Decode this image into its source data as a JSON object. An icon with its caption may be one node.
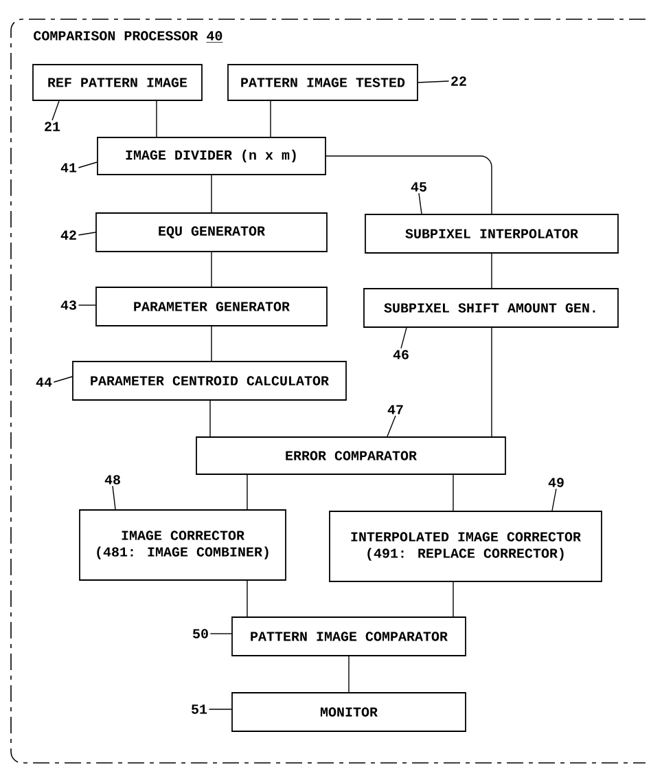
{
  "diagram": {
    "nodes": [
      {
        "text": [
          "COMPARISON PROCESSOR",
          "40"
        ]
      },
      {
        "text": [
          "REF PATTERN IMAGE"
        ],
        "in": 0
      },
      {
        "text": [
          "PATTERN IMAGE TESTED"
        ],
        "in": 0
      },
      {
        "text": [
          "IMAGE DIVIDER (n x m)"
        ],
        "in": 0
      },
      {
        "text": [
          "EQU GENERATOR"
        ],
        "in": 0
      },
      {
        "text": [
          "PARAMETER GENERATOR"
        ],
        "in": 0
      },
      {
        "text": [
          "PARAMETER CENTROID CALCULATOR"
        ],
        "in": 0
      },
      {
        "text": [
          "SUBPIXEL INTERPOLATOR"
        ],
        "in": 0
      },
      {
        "text": [
          "SUBPIXEL SHIFT AMOUNT GEN."
        ],
        "in": 0
      },
      {
        "text": [
          "ERROR COMPARATOR"
        ],
        "in": 0
      },
      {
        "text": [
          "IMAGE CORRECTOR",
          "(481: IMAGE COMBINER)"
        ],
        "in": 0
      },
      {
        "text": [
          "INTERPOLATED IMAGE CORRECTOR",
          "(491: REPLACE CORRECTOR)"
        ],
        "in": 0
      },
      {
        "text": [
          "PATTERN IMAGE COMPARATOR"
        ],
        "in": 0
      },
      {
        "text": [
          "MONITOR"
        ],
        "in": 0
      },
      {
        "text": [
          "21"
        ],
        "in": 0
      },
      {
        "text": [
          "22"
        ],
        "in": 0
      },
      {
        "text": [
          "41"
        ],
        "in": 0
      },
      {
        "text": [
          "42"
        ],
        "in": 0
      },
      {
        "text": [
          "43"
        ],
        "in": 0
      },
      {
        "text": [
          "44"
        ],
        "in": 0
      },
      {
        "text": [
          "45"
        ],
        "in": 0
      },
      {
        "text": [
          "46"
        ],
        "in": 0
      },
      {
        "text": [
          "47"
        ],
        "in": 0
      },
      {
        "text": [
          "48"
        ],
        "in": 0
      },
      {
        "text": [
          "49"
        ],
        "in": 0
      },
      {
        "text": [
          "50"
        ],
        "in": 0
      },
      {
        "text": [
          "51"
        ],
        "in": 0
      }
    ],
    "edges": [
      {
        "from": 1,
        "to": 3,
        "arrow": "none"
      },
      {
        "from": 2,
        "to": 3,
        "arrow": "none"
      },
      {
        "from": 3,
        "to": 4,
        "arrow": "none"
      },
      {
        "from": 3,
        "to": 7,
        "arrow": "none"
      },
      {
        "from": 4,
        "to": 5,
        "arrow": "none"
      },
      {
        "from": 5,
        "to": 6,
        "arrow": "none"
      },
      {
        "from": 7,
        "to": 8,
        "arrow": "none"
      },
      {
        "from": 6,
        "to": 9,
        "arrow": "none"
      },
      {
        "from": 8,
        "to": 9,
        "arrow": "none"
      },
      {
        "from": 9,
        "to": 10,
        "arrow": "none"
      },
      {
        "from": 9,
        "to": 11,
        "arrow": "none"
      },
      {
        "from": 10,
        "to": 12,
        "arrow": "none"
      },
      {
        "from": 11,
        "to": 12,
        "arrow": "none"
      },
      {
        "from": 12,
        "to": 13,
        "arrow": "none"
      },
      {
        "from": 14,
        "to": 1,
        "arrow": "none"
      },
      {
        "from": 15,
        "to": 2,
        "arrow": "none"
      },
      {
        "from": 16,
        "to": 3,
        "arrow": "none"
      },
      {
        "from": 17,
        "to": 4,
        "arrow": "none"
      },
      {
        "from": 18,
        "to": 5,
        "arrow": "none"
      },
      {
        "from": 19,
        "to": 6,
        "arrow": "none"
      },
      {
        "from": 20,
        "to": 7,
        "arrow": "none"
      },
      {
        "from": 21,
        "to": 8,
        "arrow": "none"
      },
      {
        "from": 22,
        "to": 9,
        "arrow": "none"
      },
      {
        "from": 23,
        "to": 10,
        "arrow": "none"
      },
      {
        "from": 24,
        "to": 11,
        "arrow": "none"
      },
      {
        "from": 25,
        "to": 12,
        "arrow": "none"
      },
      {
        "from": 26,
        "to": 13,
        "arrow": "none"
      }
    ]
  }
}
